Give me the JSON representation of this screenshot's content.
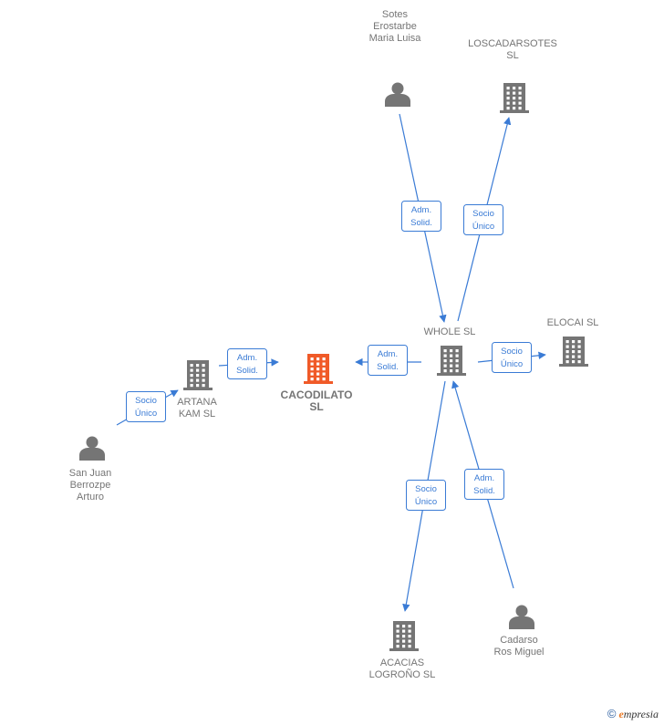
{
  "colors": {
    "edge": "#3a7bd5",
    "node": "#757575",
    "focus": "#f05a28"
  },
  "nodes": [
    {
      "id": "sotes",
      "kind": "person",
      "lines": [
        "Sotes",
        "Erostarbe",
        "Maria Luisa"
      ]
    },
    {
      "id": "loscadarsotes",
      "kind": "company",
      "lines": [
        "LOSCADARSOTES",
        "SL"
      ]
    },
    {
      "id": "whole",
      "kind": "company",
      "lines": [
        "WHOLE  SL"
      ]
    },
    {
      "id": "elocai",
      "kind": "company",
      "lines": [
        "ELOCAI SL"
      ]
    },
    {
      "id": "cacodilato",
      "kind": "company",
      "focus": true,
      "lines": [
        "CACODILATO",
        "SL"
      ]
    },
    {
      "id": "artana",
      "kind": "company",
      "lines": [
        "ARTANA",
        "KAM  SL"
      ]
    },
    {
      "id": "sanjuan",
      "kind": "person",
      "lines": [
        "San Juan",
        "Berrozpe",
        "Arturo"
      ]
    },
    {
      "id": "acacias",
      "kind": "company",
      "lines": [
        "ACACIAS",
        "LOGROÑO  SL"
      ]
    },
    {
      "id": "cadarso",
      "kind": "person",
      "lines": [
        "Cadarso",
        "Ros Miguel"
      ]
    }
  ],
  "edges": [
    {
      "from": "sotes",
      "to": "whole",
      "label": [
        "Adm.",
        "Solid."
      ]
    },
    {
      "from": "whole",
      "to": "loscadarsotes",
      "label": [
        "Socio",
        "Único"
      ]
    },
    {
      "from": "whole",
      "to": "elocai",
      "label": [
        "Socio",
        "Único"
      ]
    },
    {
      "from": "whole",
      "to": "cacodilato",
      "label": [
        "Adm.",
        "Solid."
      ]
    },
    {
      "from": "artana",
      "to": "cacodilato",
      "label": [
        "Adm.",
        "Solid."
      ]
    },
    {
      "from": "sanjuan",
      "to": "artana",
      "label": [
        "Socio",
        "Único"
      ]
    },
    {
      "from": "whole",
      "to": "acacias",
      "label": [
        "Socio",
        "Único"
      ]
    },
    {
      "from": "cadarso",
      "to": "whole",
      "label": [
        "Adm.",
        "Solid."
      ]
    }
  ],
  "footer": {
    "copyright": "©",
    "brand_initial": "e",
    "brand_rest": "mpresia"
  }
}
